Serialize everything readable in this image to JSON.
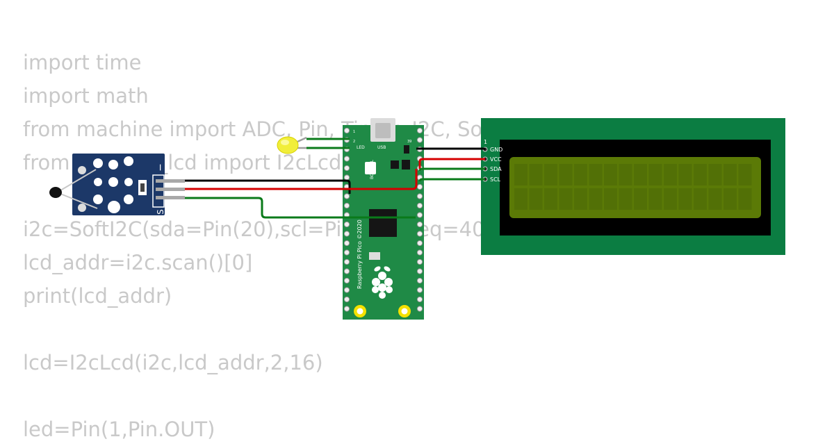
{
  "code_lines": [
    "import time",
    "import math",
    "from machine import ADC, Pin, Timer, I2C, SoftI2C",
    "from pico_i2c_lcd import I2cLcd",
    "",
    "i2c=SoftI2C(sda=Pin(20),scl=Pin(21),freq=400000)",
    "lcd_addr=i2c.scan()[0]",
    "print(lcd_addr)",
    "",
    "lcd=I2cLcd(i2c,lcd_addr,2,16)",
    "",
    "led=Pin(1,Pin.OUT)"
  ],
  "sensor_module": {
    "minus_label": "−",
    "signal_label": "S"
  },
  "pico": {
    "board_name": "Raspberry Pi Pico ©2020",
    "bootsel_label": "BOOTSEL",
    "led_label": "LED",
    "usb_label": "USB",
    "pin_1_label": "1",
    "pin_2_label": "2",
    "pin_39_label": "39"
  },
  "lcd": {
    "pin_1_label": "1",
    "pins": [
      "GND",
      "VCC",
      "SDA",
      "SCL"
    ],
    "board_color": "#0b7d42",
    "screen_color": "#5b7a06"
  },
  "wire_colors": {
    "black": "#000000",
    "red": "#d50000",
    "green": "#0a7a1a"
  },
  "pcb_colors": {
    "sensor_board": "#1c3868",
    "pico_board": "#1f8a46"
  }
}
